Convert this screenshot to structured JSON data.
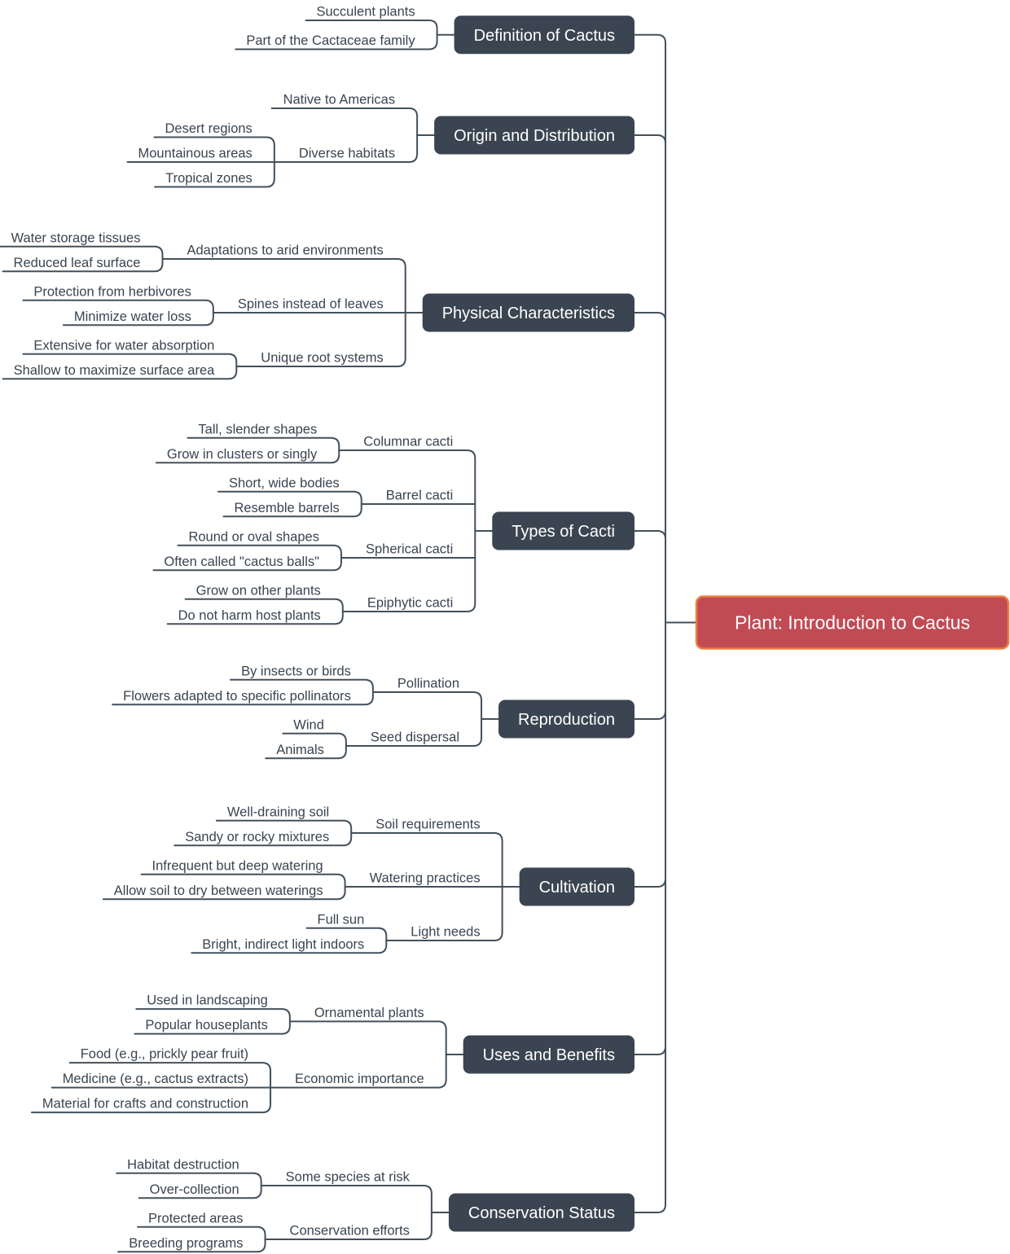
{
  "root": {
    "label": "Plant: Introduction to Cactus"
  },
  "topics": [
    {
      "label": "Definition of Cactus",
      "children": [
        {
          "label": "Succulent plants"
        },
        {
          "label": "Part of the Cactaceae family"
        }
      ]
    },
    {
      "label": "Origin and Distribution",
      "children": [
        {
          "label": "Native to Americas"
        },
        {
          "label": "Diverse habitats",
          "children": [
            {
              "label": "Desert regions"
            },
            {
              "label": "Mountainous areas"
            },
            {
              "label": "Tropical zones"
            }
          ]
        }
      ]
    },
    {
      "label": "Physical Characteristics",
      "children": [
        {
          "label": "Adaptations to arid environments",
          "children": [
            {
              "label": "Water storage tissues"
            },
            {
              "label": "Reduced leaf surface"
            }
          ]
        },
        {
          "label": "Spines instead of leaves",
          "children": [
            {
              "label": "Protection from herbivores"
            },
            {
              "label": "Minimize water loss"
            }
          ]
        },
        {
          "label": "Unique root systems",
          "children": [
            {
              "label": "Extensive for water absorption"
            },
            {
              "label": "Shallow to maximize surface area"
            }
          ]
        }
      ]
    },
    {
      "label": "Types of Cacti",
      "children": [
        {
          "label": "Columnar cacti",
          "children": [
            {
              "label": "Tall, slender shapes"
            },
            {
              "label": "Grow in clusters or singly"
            }
          ]
        },
        {
          "label": "Barrel cacti",
          "children": [
            {
              "label": "Short, wide bodies"
            },
            {
              "label": "Resemble barrels"
            }
          ]
        },
        {
          "label": "Spherical cacti",
          "children": [
            {
              "label": "Round or oval shapes"
            },
            {
              "label": "Often called \"cactus balls\""
            }
          ]
        },
        {
          "label": "Epiphytic cacti",
          "children": [
            {
              "label": "Grow on other plants"
            },
            {
              "label": "Do not harm host plants"
            }
          ]
        }
      ]
    },
    {
      "label": "Reproduction",
      "children": [
        {
          "label": "Pollination",
          "children": [
            {
              "label": "By insects or birds"
            },
            {
              "label": "Flowers adapted to specific pollinators"
            }
          ]
        },
        {
          "label": "Seed dispersal",
          "children": [
            {
              "label": "Wind"
            },
            {
              "label": "Animals"
            }
          ]
        }
      ]
    },
    {
      "label": "Cultivation",
      "children": [
        {
          "label": "Soil requirements",
          "children": [
            {
              "label": "Well-draining soil"
            },
            {
              "label": "Sandy or rocky mixtures"
            }
          ]
        },
        {
          "label": "Watering practices",
          "children": [
            {
              "label": "Infrequent but deep watering"
            },
            {
              "label": "Allow soil to dry between waterings"
            }
          ]
        },
        {
          "label": "Light needs",
          "children": [
            {
              "label": "Full sun"
            },
            {
              "label": "Bright, indirect light indoors"
            }
          ]
        }
      ]
    },
    {
      "label": "Uses and Benefits",
      "children": [
        {
          "label": "Ornamental plants",
          "children": [
            {
              "label": "Used in landscaping"
            },
            {
              "label": "Popular houseplants"
            }
          ]
        },
        {
          "label": "Economic importance",
          "children": [
            {
              "label": "Food (e.g., prickly pear fruit)"
            },
            {
              "label": "Medicine (e.g., cactus extracts)"
            },
            {
              "label": "Material for crafts and construction"
            }
          ]
        }
      ]
    },
    {
      "label": "Conservation Status",
      "children": [
        {
          "label": "Some species at risk",
          "children": [
            {
              "label": "Habitat destruction"
            },
            {
              "label": "Over-collection"
            }
          ]
        },
        {
          "label": "Conservation efforts",
          "children": [
            {
              "label": "Protected areas"
            },
            {
              "label": "Breeding programs"
            }
          ]
        }
      ]
    }
  ],
  "colors": {
    "background": "#ffffff",
    "line": "#43505c",
    "node_fill": "#3b4551",
    "node_text": "#ffffff",
    "label_text": "#3a4450",
    "root_fill": "#c04b54",
    "root_border": "#ed8040",
    "root_text": "#ffffff"
  }
}
